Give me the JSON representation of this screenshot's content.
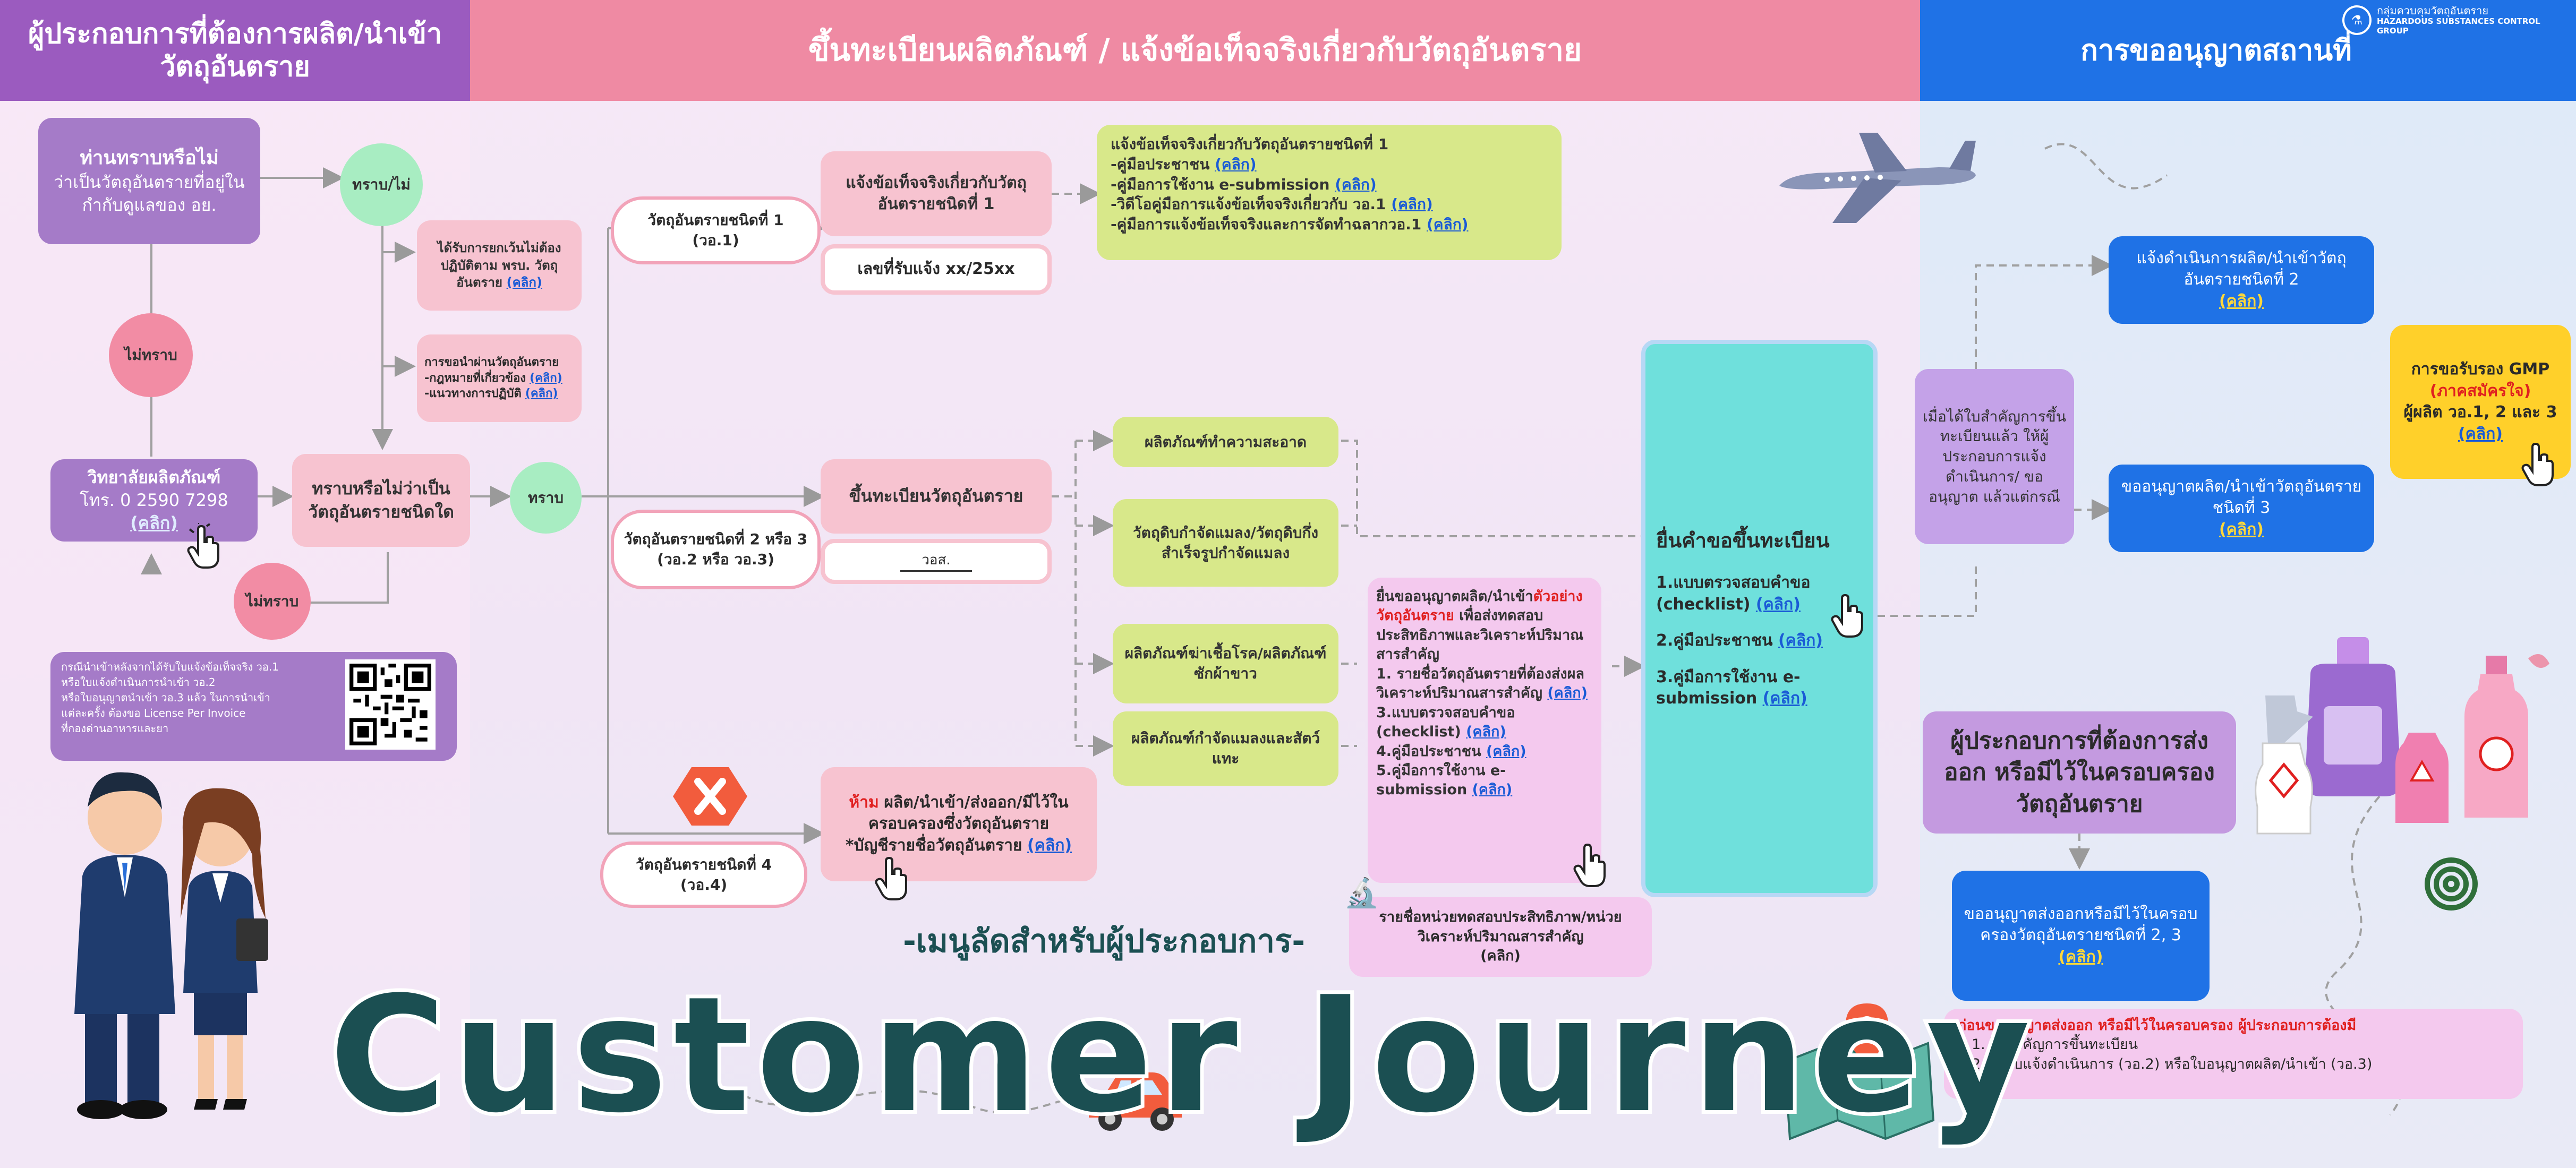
{
  "headers": {
    "col1": "ผู้ประกอบการที่ต้องการผลิต/นำเข้าวัตถุอันตราย",
    "col2": "ขึ้นทะเบียนผลิตภัณฑ์ / แจ้งข้อเท็จจริงเกี่ยวกับวัตถุอันตราย",
    "col3": "การขออนุญาตสถานที่",
    "logo_line1": "กลุ่มควบคุมวัตถุอันตราย",
    "logo_line2": "HAZARDOUS SUBSTANCES CONTROL GROUP"
  },
  "left": {
    "know_q_title": "ท่านทราบหรือไม่",
    "know_q_body": "ว่าเป็นวัตถุอันตรายที่อยู่ในกำกับดูแลของ อย.",
    "know_yes_no": "ทราบ/ไม่",
    "not_know": "ไม่ทราบ",
    "not_know2": "ไม่ทราบ",
    "know": "ทราบ",
    "exempt_text": "ได้รับการยกเว้นไม่ต้องปฏิบัติตาม พรบ. วัตถุอันตราย",
    "exempt_link": "(คลิก)",
    "import_rules_1": "การขอนำผ่านวัตถุอันตราย",
    "import_rules_2": "-กฎหมายที่เกี่ยวข้อง",
    "import_rules_2_link": "(คลิก)",
    "import_rules_3": "-แนวทางการปฏิบัติ",
    "import_rules_3_link": "(คลิก)",
    "institute_title": "วิทยาลัยผลิตภัณฑ์",
    "institute_phone": "โทร. 0 2590 7298",
    "institute_link": "(คลิก)",
    "classify_text": "ทราบหรือไม่ว่าเป็นวัตถุอันตรายชนิดใด",
    "note_lines": [
      "กรณีนำเข้าหลังจากได้รับใบแจ้งข้อเท็จจริง วอ.1",
      "หรือใบแจ้งดำเนินการนำเข้า วอ.2",
      "หรือใบอนุญาตนำเข้า วอ.3 แล้ว ในการนำเข้า",
      "แต่ละครั้ง ต้องขอ License Per Invoice",
      "ที่กองด่านอาหารและยา"
    ]
  },
  "middle": {
    "type1_pill": "วัตถุอันตรายชนิดที่ 1",
    "type1_pill_sub": "(วอ.1)",
    "type23_pill": "วัตถุอันตรายชนิดที่ 2 หรือ 3",
    "type23_pill_sub": "(วอ.2 หรือ วอ.3)",
    "type4_pill": "วัตถุอันตรายชนิดที่ 4",
    "type4_pill_sub": "(วอ.4)",
    "notify_type1": "แจ้งข้อเท็จจริงเกี่ยวกับวัตถุอันตรายชนิดที่ 1",
    "receipt_no": "เลขที่รับแจ้ง xx/25xx",
    "register": "ขึ้นทะเบียนวัตถุอันตราย",
    "voc_label": "วอส.",
    "ban_red": "ห้าม",
    "ban_text": "ผลิต/นำเข้า/ส่งออก/มีไว้ในครอบครองซึ่งวัตถุอันตราย",
    "ban_list": "*บัญชีรายชื่อวัตถุอันตราย",
    "ban_link": "(คลิก)",
    "info_title": "แจ้งข้อเท็จจริงเกี่ยวกับวัตถุอันตรายชนิดที่ 1",
    "info_items": [
      {
        "text": "-คู่มือประชาชน",
        "link": "(คลิก)"
      },
      {
        "text": "-คู่มือการใช้งาน e-submission",
        "link": "(คลิก)"
      },
      {
        "text": "-วิดีโอคู่มือการแจ้งข้อเท็จจริงเกี่ยวกับ วอ.1",
        "link": "(คลิก)"
      },
      {
        "text": "-คู่มือการแจ้งข้อเท็จจริงและการจัดทำฉลากวอ.1",
        "link": "(คลิก)"
      }
    ],
    "cat_cleaning": "ผลิตภัณฑ์ทำความสะอาด",
    "cat_pest_raw": "วัตถุดิบกำจัดแมลง/วัตถุดิบกึ่งสำเร็จรูปกำจัดแมลง",
    "cat_disinfect": "ผลิตภัณฑ์ฆ่าเชื้อโรค/ผลิตภัณฑ์ซักผ้าขาว",
    "cat_pest_animal": "ผลิตภัณฑ์กำจัดแมลงและสัตว์แทะ",
    "sample_title_1": "ยื่นขออนุญาตผลิต/นำเข้า",
    "sample_title_red": "ตัวอย่างวัตถุอันตราย",
    "sample_title_2": "เพื่อส่งทดสอบประสิทธิภาพและวิเคราะห์ปริมาณสารสำคัญ",
    "sample_items": [
      {
        "text": "1. รายชื่อวัตถุอันตรายที่ต้องส่งผลวิเคราะห์ปริมาณสารสำคัญ",
        "link": "(คลิก)"
      },
      {
        "text": "3.แบบตรวจสอบคำขอ (checklist)",
        "link": "(คลิก)"
      },
      {
        "text": "4.คู่มือประชาชน",
        "link": "(คลิก)"
      },
      {
        "text": "5.คู่มือการใช้งาน e-submission",
        "link": "(คลิก)"
      }
    ],
    "lab_list": "รายชื่อหน่วยทดสอบประสิทธิภาพ/หน่วยวิเคราะห์ปริมาณสารสำคัญ",
    "lab_link": "(คลิก)",
    "submit_title": "ยื่นคำขอขึ้นทะเบียน",
    "submit_items": [
      {
        "text": "1.แบบตรวจสอบคำขอ (checklist)",
        "link": "(คลิก)"
      },
      {
        "text": "2.คู่มือประชาชน",
        "link": "(คลิก)"
      },
      {
        "text": "3.คู่มือการใช้งาน e-submission",
        "link": "(คลิก)"
      }
    ]
  },
  "right": {
    "notify_type2": "แจ้งดำเนินการผลิต/นำเข้าวัตถุอันตรายชนิดที่ 2",
    "notify_type2_link": "(คลิก)",
    "after_reg": "เมื่อได้ใบสำคัญการขึ้นทะเบียนแล้ว ให้ผู้ประกอบการแจ้งดำเนินการ/ ขออนุญาต แล้วแต่กรณี",
    "permit_type3": "ขออนุญาตผลิต/นำเข้าวัตถุอันตรายชนิดที่ 3",
    "permit_type3_link": "(คลิก)",
    "gmp_title": "การขอรับรอง GMP",
    "gmp_voluntary": "(ภาคสมัครใจ)",
    "gmp_who": "ผู้ผลิต วอ.1, 2 และ 3",
    "gmp_link": "(คลิก)",
    "export_title": "ผู้ประกอบการที่ต้องการส่งออก หรือมีไว้ในครอบครองวัตถุอันตราย",
    "export_permit": "ขออนุญาตส่งออกหรือมีไว้ในครอบครองวัตถุอันตรายชนิดที่ 2, 3",
    "export_permit_link": "(คลิก)",
    "before_red": "ก่อนขออนุญาตส่งออก หรือมีไว้ในครอบครอง ผู้ประกอบการต้องมี",
    "before_items": [
      "1. ใบสำคัญการขึ้นทะเบียน",
      "2. ใบรับแจ้งดำเนินการ (วอ.2) หรือใบอนุญาตผลิต/นำเข้า (วอ.3)"
    ]
  },
  "banner": {
    "subtitle": "-เมนูลัดสำหรับผู้ประกอบการ-",
    "title": "Customer Journey"
  },
  "colors": {
    "hdr_purple": "#9b5bbf",
    "hdr_pink": "#ef8aa3",
    "hdr_blue": "#1f72e6",
    "title_green": "#1b4f52"
  }
}
